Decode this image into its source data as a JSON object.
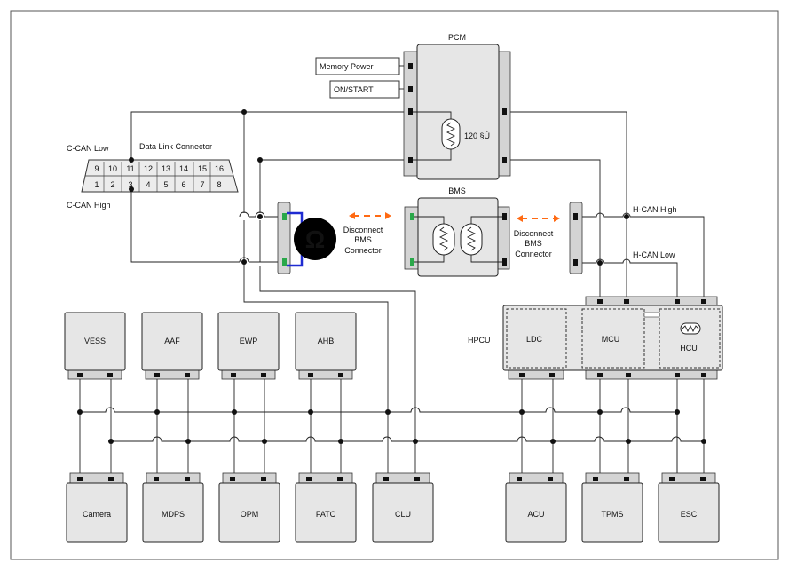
{
  "pcm": {
    "title": "PCM",
    "resistor_label": "120 §Ù"
  },
  "memory_power": "Memory Power",
  "on_start": "ON/START",
  "dlc": {
    "title": "Data Link Connector",
    "c_can_low": "C-CAN Low",
    "c_can_high": "C-CAN High",
    "top_pins": [
      "9",
      "10",
      "11",
      "12",
      "13",
      "14",
      "15",
      "16"
    ],
    "bottom_pins": [
      "1",
      "2",
      "3",
      "4",
      "5",
      "6",
      "7",
      "8"
    ]
  },
  "bms": {
    "title": "BMS"
  },
  "disconnect_left": [
    "Disconnect",
    "BMS",
    "Connector"
  ],
  "disconnect_right": [
    "Disconnect",
    "BMS",
    "Connector"
  ],
  "h_can_high": "H-CAN High",
  "h_can_low": "H-CAN Low",
  "hpcu": {
    "label": "HPCU",
    "ldc": "LDC",
    "mcu": "MCU",
    "hcu": "HCU"
  },
  "top_modules": [
    "VESS",
    "AAF",
    "EWP",
    "AHB"
  ],
  "bottom_modules": [
    "Camera",
    "MDPS",
    "OPM",
    "FATC",
    "CLU",
    "ACU",
    "TPMS",
    "ESC"
  ],
  "ohm_symbol": "Ω",
  "colors": {
    "arrow": "#ff6a13",
    "connector_pin": "#2aa84a",
    "meter_lead": "#1f2bd1"
  }
}
